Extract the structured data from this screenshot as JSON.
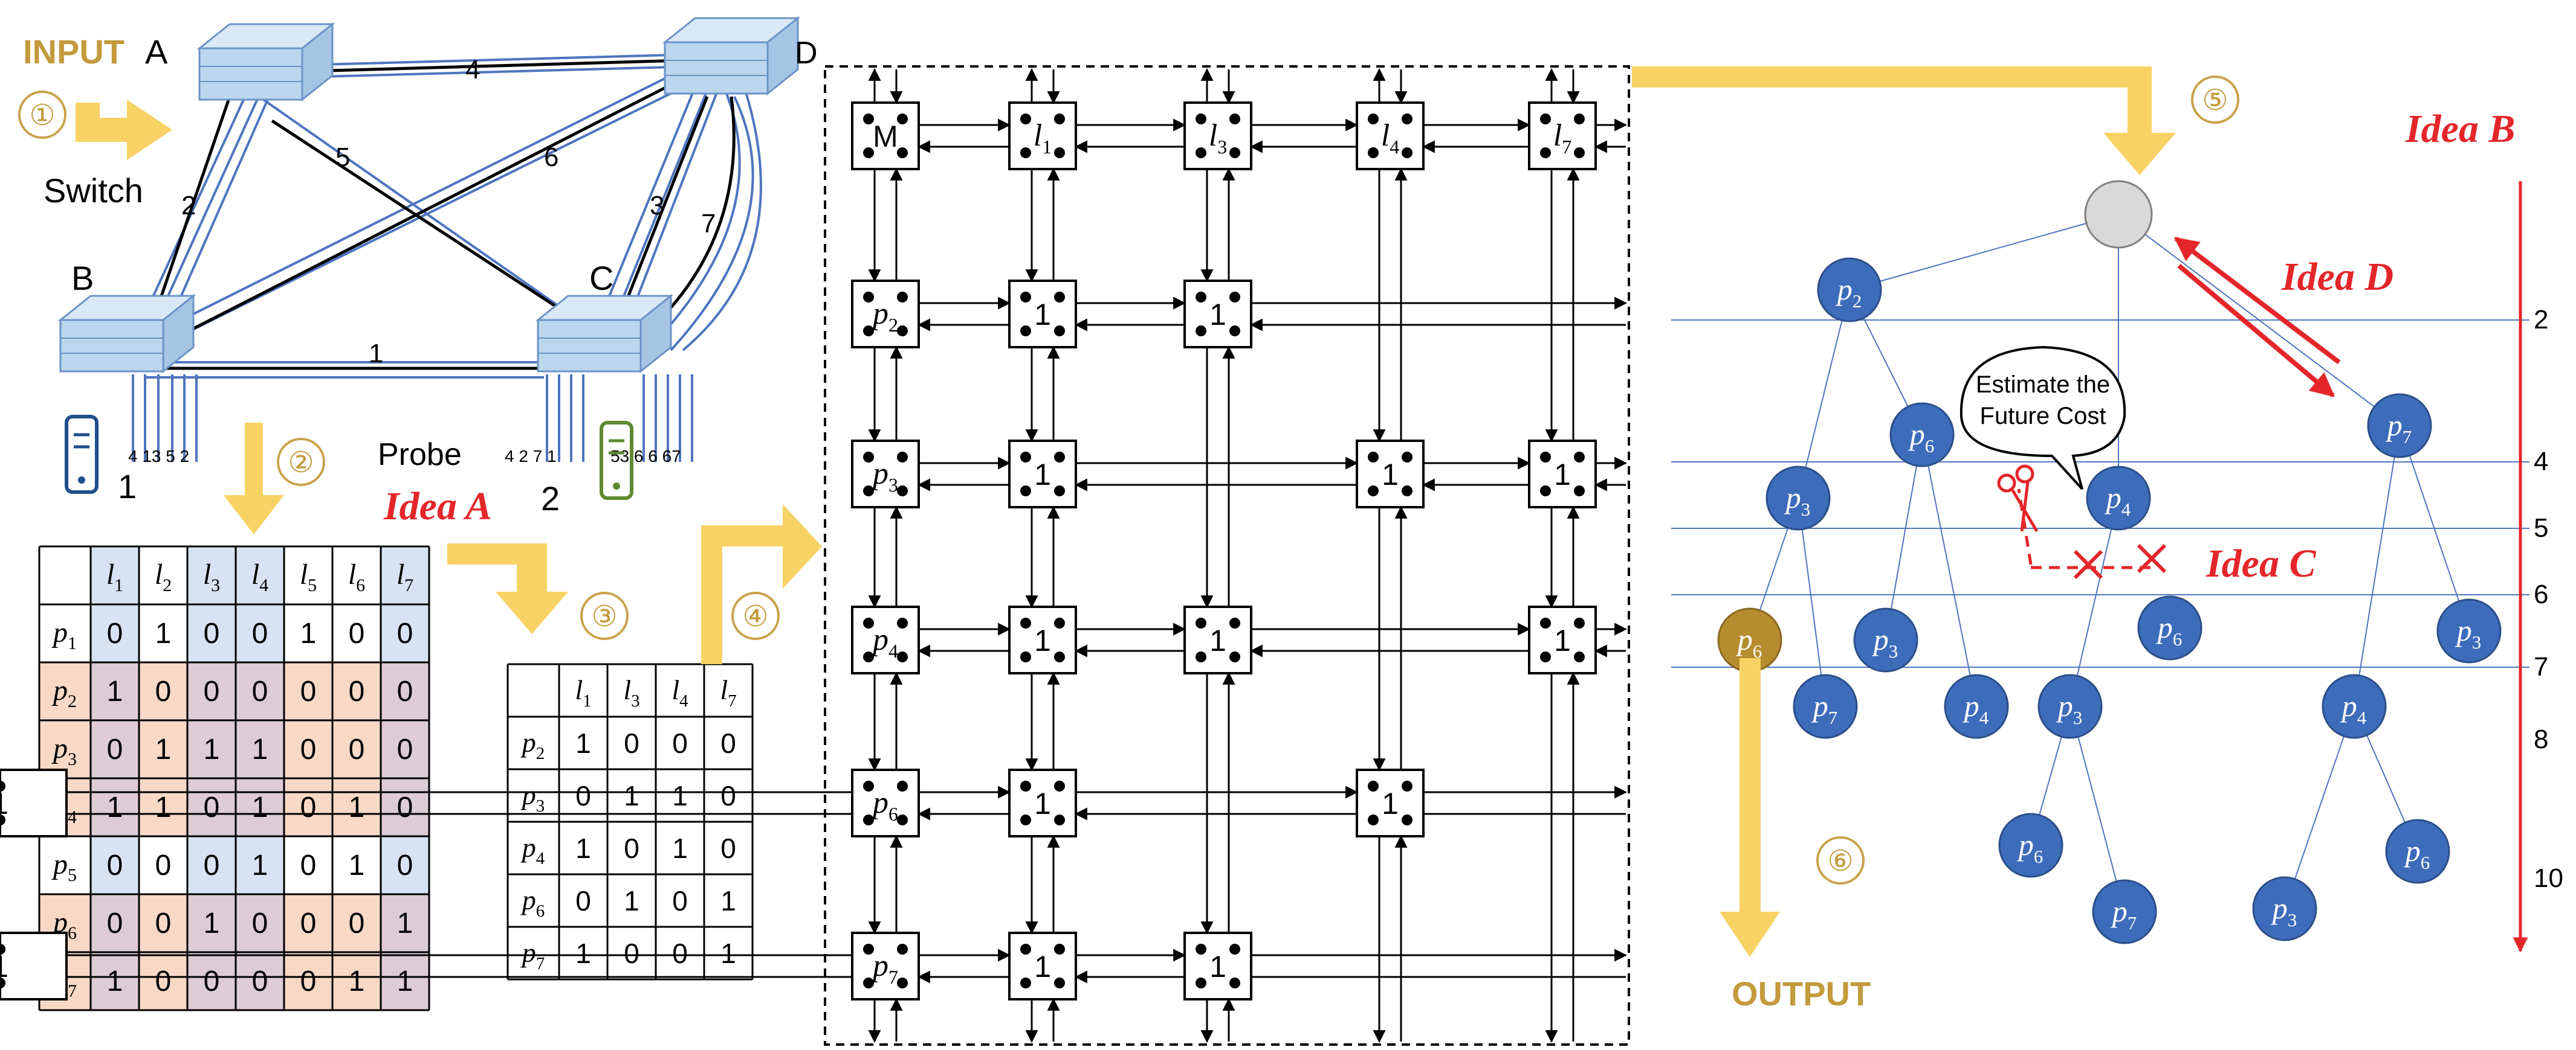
{
  "colors": {
    "gold": "#f8d264",
    "gold_text": "#c39a3c",
    "red": "#e4262a",
    "blue_node": "#3d6cba",
    "link_blue": "#4d75c0",
    "row_orange": "#f7d9c6",
    "col_blue": "#d7e2f2",
    "cell_overlap": "#ddcbd6"
  },
  "network": {
    "input_label": "INPUT",
    "switch_a": "A",
    "switch_b": "B",
    "switch_c": "C",
    "switch_caption": "Switch",
    "links": [
      "4",
      "5",
      "6",
      "2",
      "3",
      "7",
      "1"
    ],
    "probe_label": "Probe",
    "server_1": "1",
    "server_2": "2",
    "ports_b": "4 13 5 2",
    "ports_c": "4 2 7 1",
    "ports_c_right": "53 6 6 67"
  },
  "steps": [
    "①",
    "②",
    "③",
    "④",
    "⑤",
    "⑥"
  ],
  "ideas": {
    "a": "Idea A",
    "b": "Idea B",
    "c": "Idea C",
    "d": "Idea D"
  },
  "matrix_full": {
    "cols": [
      "l1",
      "l2",
      "l3",
      "l4",
      "l5",
      "l6",
      "l7"
    ],
    "rows": [
      {
        "label": "p1",
        "values": [
          0,
          1,
          0,
          0,
          1,
          0,
          0
        ]
      },
      {
        "label": "p2",
        "values": [
          1,
          0,
          0,
          0,
          0,
          0,
          0
        ]
      },
      {
        "label": "p3",
        "values": [
          0,
          1,
          1,
          1,
          0,
          0,
          0
        ]
      },
      {
        "label": "p4",
        "values": [
          1,
          1,
          0,
          1,
          0,
          1,
          0
        ]
      },
      {
        "label": "p5",
        "values": [
          0,
          0,
          0,
          1,
          0,
          1,
          0
        ]
      },
      {
        "label": "p6",
        "values": [
          0,
          0,
          1,
          0,
          0,
          0,
          1
        ]
      },
      {
        "label": "p7",
        "values": [
          1,
          0,
          0,
          0,
          0,
          1,
          1
        ]
      }
    ],
    "highlight_rows": [
      1,
      2,
      3,
      5,
      6
    ],
    "highlight_cols": [
      0,
      2,
      3,
      6
    ]
  },
  "matrix_reduced": {
    "cols": [
      "l1",
      "l3",
      "l4",
      "l7"
    ],
    "rows": [
      {
        "label": "p2",
        "values": [
          1,
          0,
          0,
          0
        ]
      },
      {
        "label": "p3",
        "values": [
          0,
          1,
          1,
          0
        ]
      },
      {
        "label": "p4",
        "values": [
          1,
          0,
          1,
          0
        ]
      },
      {
        "label": "p6",
        "values": [
          0,
          1,
          0,
          1
        ]
      },
      {
        "label": "p7",
        "values": [
          1,
          0,
          0,
          1
        ]
      }
    ]
  },
  "grid": {
    "corner_label": "D",
    "root_label": "M",
    "col_labels": [
      "l1",
      "l3",
      "l4",
      "l7"
    ],
    "row_labels": [
      "p2",
      "p3",
      "p4",
      "p6",
      "p7"
    ],
    "cell_value": "1",
    "ones": [
      [
        0
      ],
      [
        1,
        2
      ],
      [
        0,
        2
      ],
      [
        1,
        3
      ],
      [
        0,
        3
      ]
    ]
  },
  "tree": {
    "callout": [
      "Estimate the",
      "Future Cost"
    ],
    "output_label": "OUTPUT",
    "level_numbers": [
      "2",
      "4",
      "5",
      "6",
      "7",
      "8",
      "10"
    ],
    "nodes": [
      "p2",
      "p6",
      "p7",
      "p3",
      "p4",
      "p6",
      "p3",
      "p6",
      "p3",
      "p7",
      "p4",
      "p3",
      "p4",
      "p6",
      "p7",
      "p3",
      "p6"
    ]
  }
}
